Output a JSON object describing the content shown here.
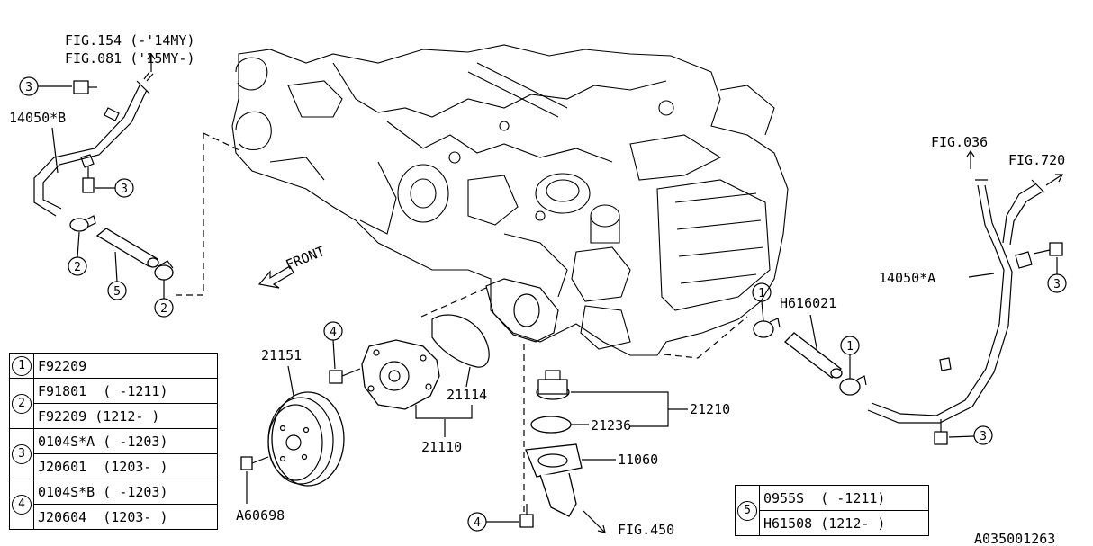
{
  "fig_refs": {
    "fig154": "FIG.154 (-'14MY)",
    "fig081": "FIG.081 ('15MY-)",
    "fig036": "FIG.036",
    "fig720": "FIG.720",
    "fig450": "FIG.450",
    "front": "FRONT"
  },
  "parts": {
    "p14050b": "14050*B",
    "p14050a": "14050*A",
    "h616021": "H616021",
    "p21151": "21151",
    "p21114": "21114",
    "p21110": "21110",
    "p21210": "21210",
    "p21236": "21236",
    "p11060": "11060",
    "a60698": "A60698"
  },
  "callouts": {
    "one": "1",
    "two": "2",
    "three": "3",
    "four": "4",
    "five": "5"
  },
  "legend_left": [
    {
      "key": "1",
      "rows": [
        "F92209"
      ]
    },
    {
      "key": "2",
      "rows": [
        "F91801  ( -1211)",
        "F92209 (1212- )"
      ]
    },
    {
      "key": "3",
      "rows": [
        "0104S*A ( -1203)",
        "J20601  (1203- )"
      ]
    },
    {
      "key": "4",
      "rows": [
        "0104S*B ( -1203)",
        "J20604  (1203- )"
      ]
    }
  ],
  "legend_right": {
    "key": "5",
    "rows": [
      "0955S  ( -1211)",
      "H61508 (1212- )"
    ]
  },
  "diagram_id": "A035001263"
}
